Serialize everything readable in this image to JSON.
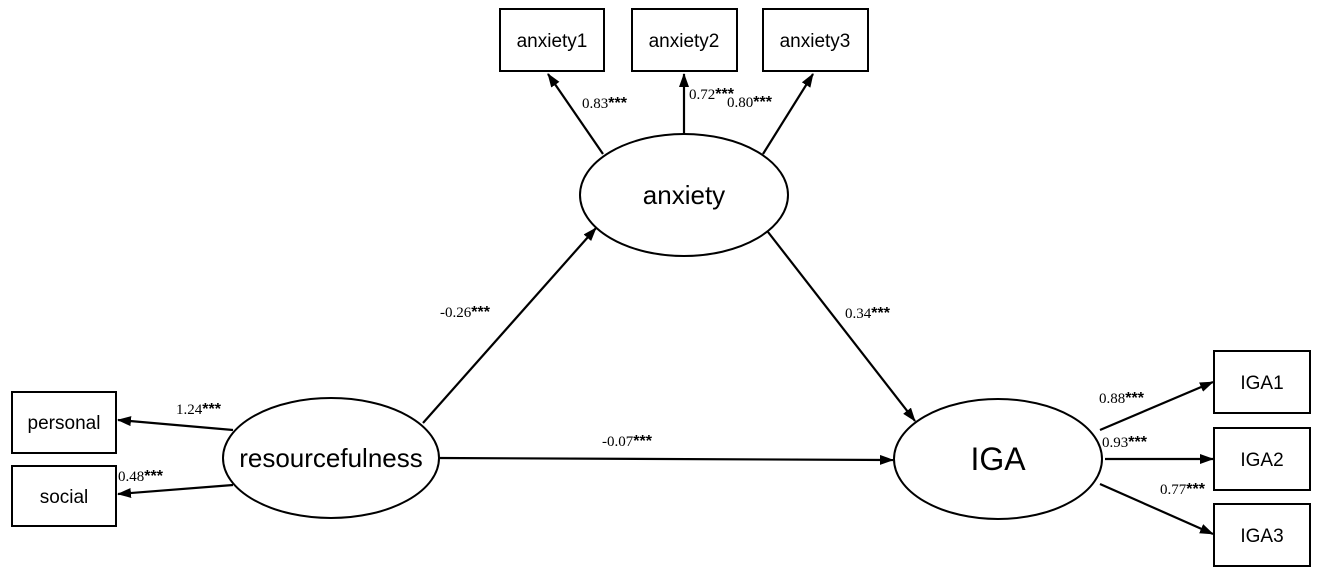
{
  "latent": {
    "anxiety": "anxiety",
    "resourcefulness": "resourcefulness",
    "iga": "IGA"
  },
  "indicators": {
    "anxiety1": "anxiety1",
    "anxiety2": "anxiety2",
    "anxiety3": "anxiety3",
    "personal": "personal",
    "social": "social",
    "iga1": "IGA1",
    "iga2": "IGA2",
    "iga3": "IGA3"
  },
  "paths": {
    "anxiety_to_anxiety1": {
      "value": "0.83",
      "sig": "***"
    },
    "anxiety_to_anxiety2": {
      "value": "0.72",
      "sig": "***"
    },
    "anxiety_to_anxiety3": {
      "value": "0.80",
      "sig": "***"
    },
    "res_to_personal": {
      "value": "1.24",
      "sig": "***"
    },
    "res_to_social": {
      "value": "0.48",
      "sig": "***"
    },
    "res_to_anxiety": {
      "value": "-0.26",
      "sig": "***"
    },
    "anxiety_to_iga": {
      "value": "0.34",
      "sig": "***"
    },
    "res_to_iga": {
      "value": "-0.07",
      "sig": "***"
    },
    "iga_to_iga1": {
      "value": "0.88",
      "sig": "***"
    },
    "iga_to_iga2": {
      "value": "0.93",
      "sig": "***"
    },
    "iga_to_iga3": {
      "value": "0.77",
      "sig": "***"
    }
  },
  "colors": {
    "stroke": "#000000",
    "fill": "#ffffff"
  }
}
